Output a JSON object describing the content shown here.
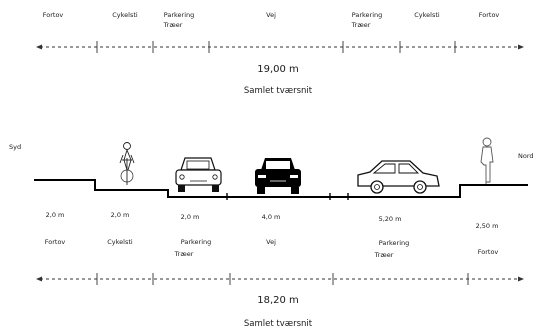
{
  "top": {
    "labels": [
      "Fortov",
      "Cykelsti",
      "Parkering",
      "Træer",
      "Vej",
      "Parkering",
      "Træer",
      "Cykelsti",
      "Fortov"
    ],
    "total": "19,00 m",
    "caption": "Samlet tværsnit"
  },
  "section": {
    "left_label": "Syd",
    "right_label": "Nord",
    "widths": [
      "2,0 m",
      "2,0 m",
      "2,0 m",
      "4,0 m",
      "5,20 m",
      "2,50 m"
    ],
    "names": [
      "Fortov",
      "Cykelsti",
      "Parkering",
      "Træer",
      "Vej",
      "Parkering",
      "Træer",
      "Fortov"
    ]
  },
  "bottom": {
    "total": "18,20 m",
    "caption": "Samlet tværsnit"
  },
  "icons": [
    "cyclist-icon",
    "car-icon",
    "car-icon",
    "car-icon",
    "pedestrian-icon"
  ]
}
